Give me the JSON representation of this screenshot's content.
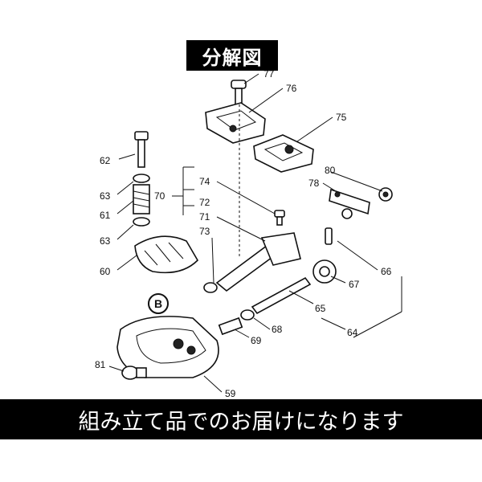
{
  "header": {
    "title": "分解図"
  },
  "footer": {
    "message": "組み立て品でのお届けになります"
  },
  "diagram": {
    "callouts": [
      "77",
      "76",
      "75",
      "62",
      "74",
      "80",
      "78",
      "70",
      "72",
      "63",
      "61",
      "71",
      "73",
      "63",
      "60",
      "66",
      "67",
      "65",
      "64",
      "68",
      "69",
      "81",
      "59"
    ],
    "marker": "B"
  }
}
